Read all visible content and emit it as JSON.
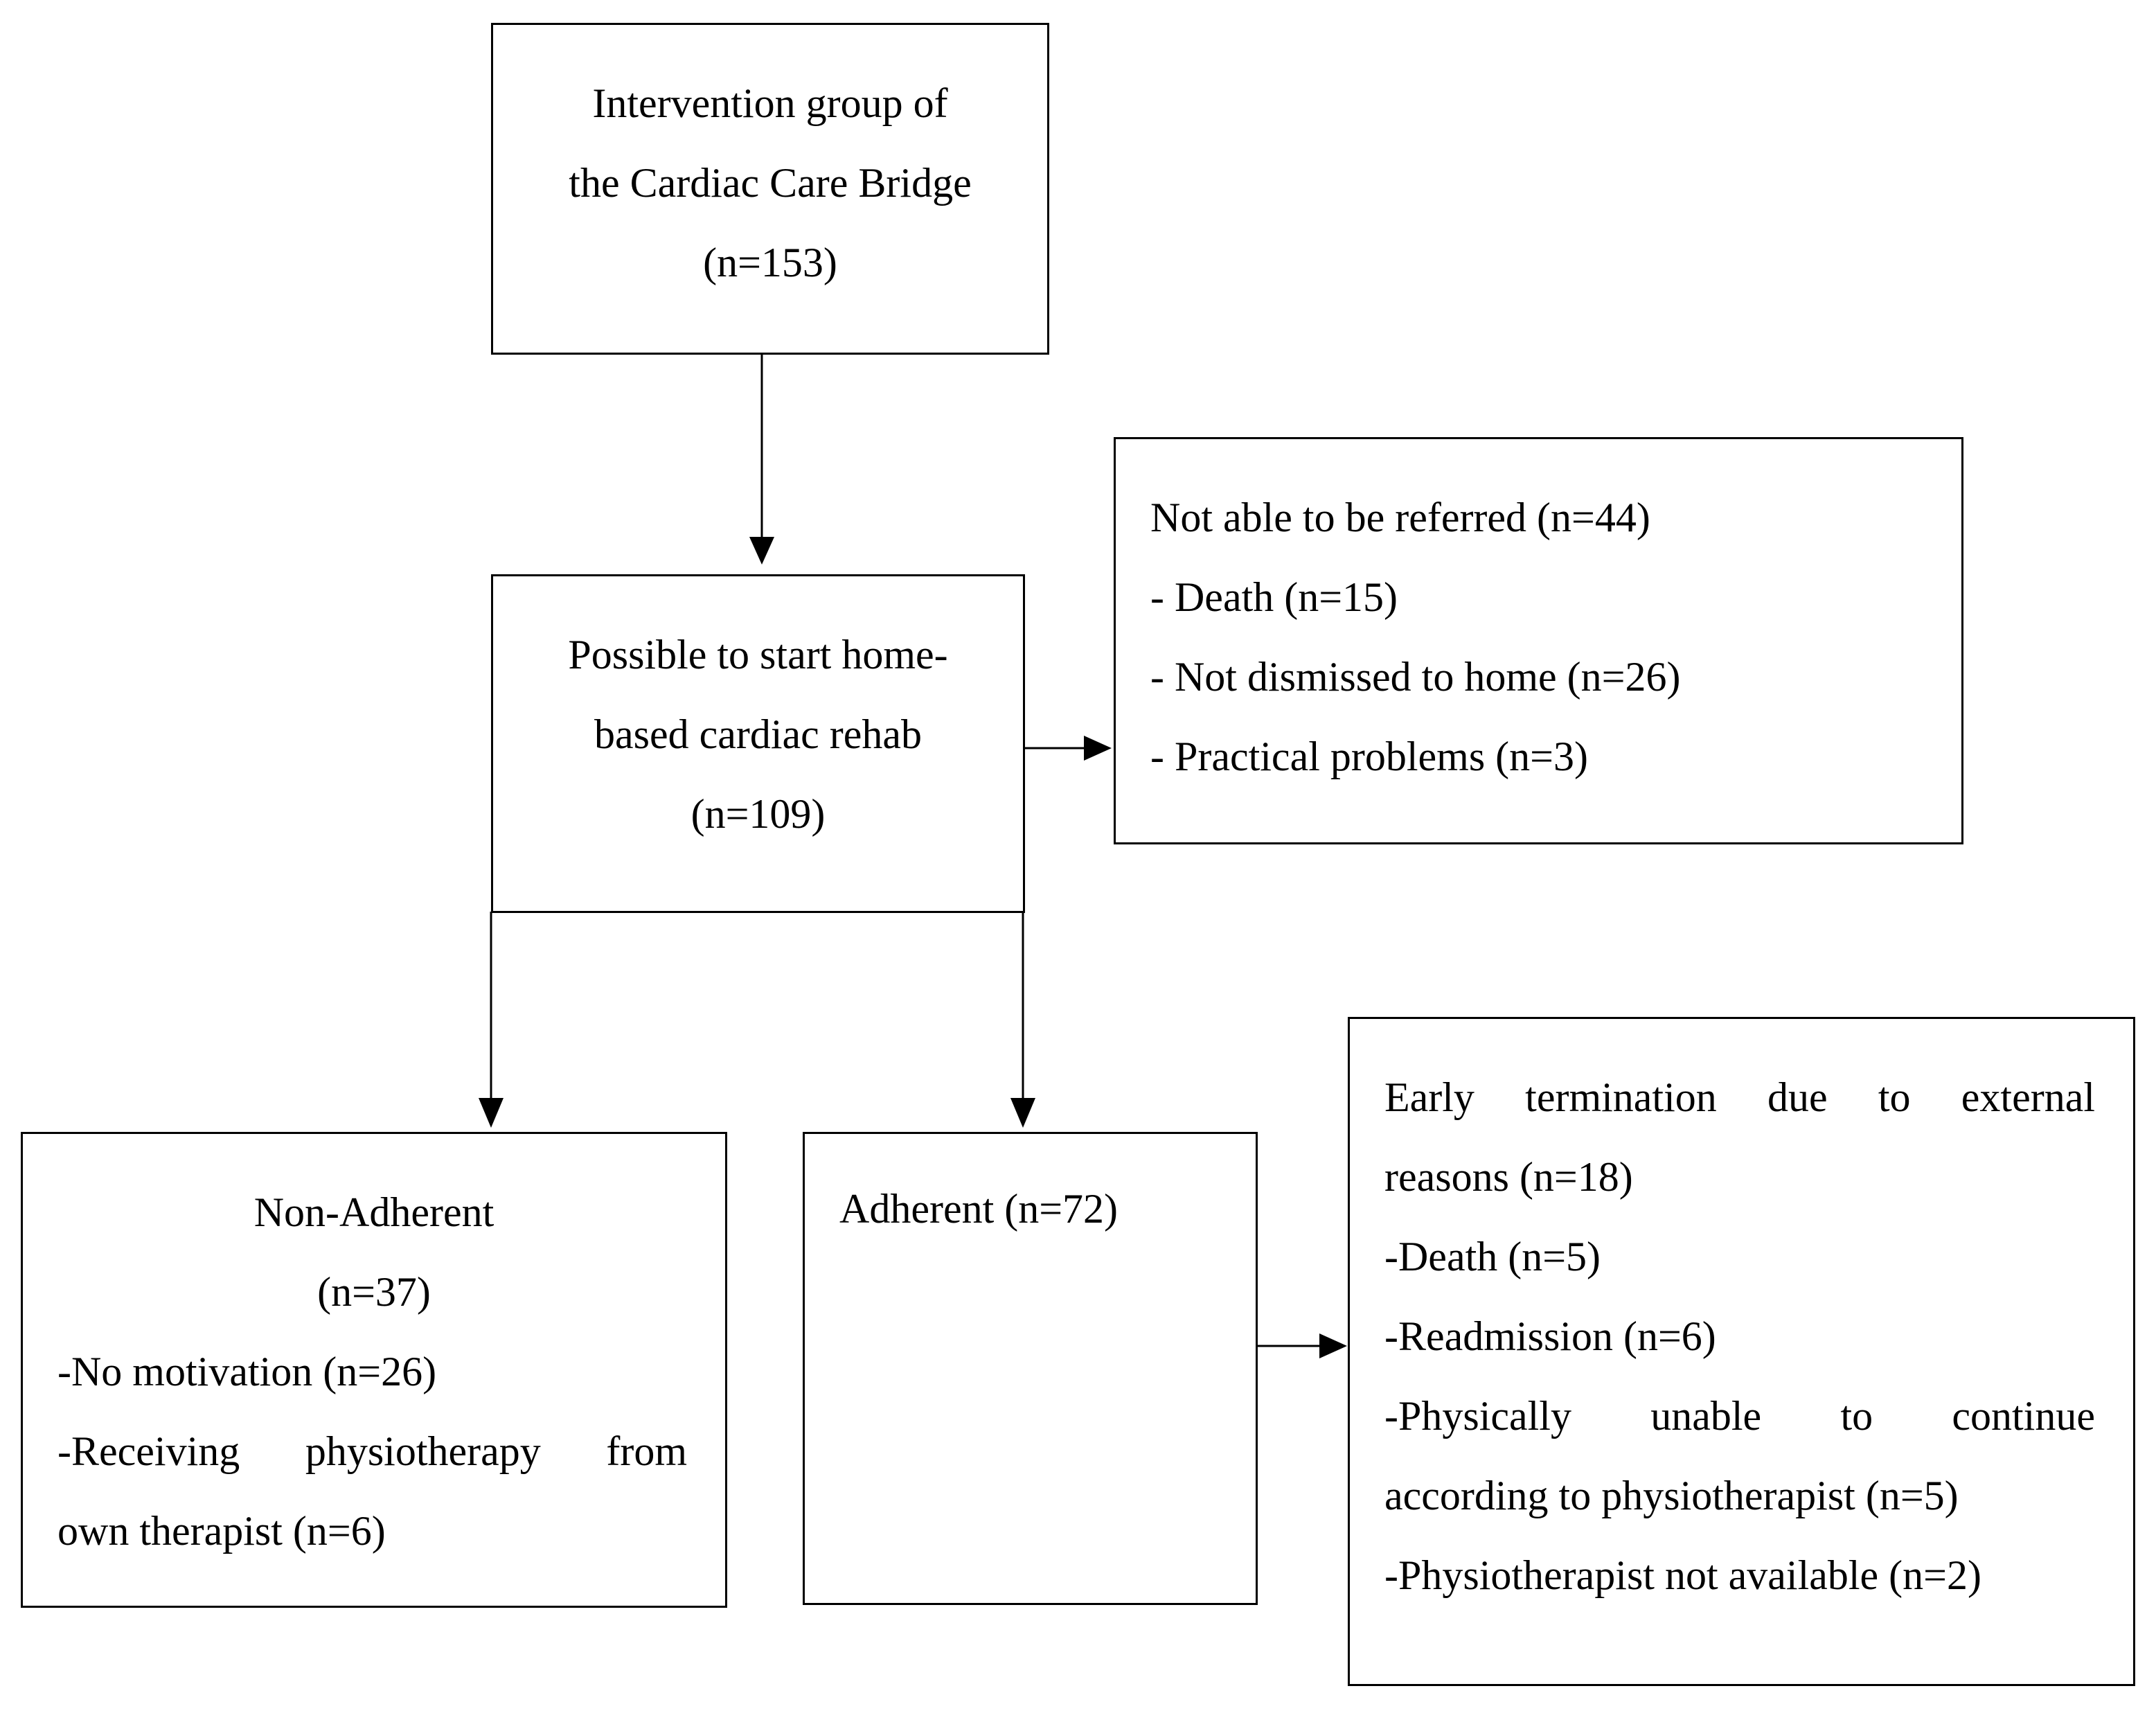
{
  "boxes": {
    "intervention": {
      "lines": [
        "Intervention group of",
        "the Cardiac Care Bridge",
        "(n=153)"
      ]
    },
    "possible": {
      "lines": [
        "Possible to start home-",
        "based cardiac rehab",
        "(n=109)"
      ]
    },
    "not_referred": {
      "lines": [
        "Not able to be referred (n=44)",
        "- Death (n=15)",
        "- Not dismissed to home (n=26)",
        "- Practical problems (n=3)"
      ]
    },
    "non_adherent": {
      "lines": [
        "Non-Adherent",
        "(n=37)",
        "-No motivation (n=26)",
        "-Receiving physiotherapy from",
        "own therapist (n=6)"
      ]
    },
    "adherent": {
      "lines": [
        "Adherent (n=72)"
      ]
    },
    "early_termination": {
      "lines": [
        "Early termination due to external",
        "reasons (n=18)",
        "-Death (n=5)",
        "-Readmission (n=6)",
        "-Physically unable to continue",
        "according to physiotherapist (n=5)",
        "-Physiotherapist not available (n=2)"
      ]
    }
  }
}
